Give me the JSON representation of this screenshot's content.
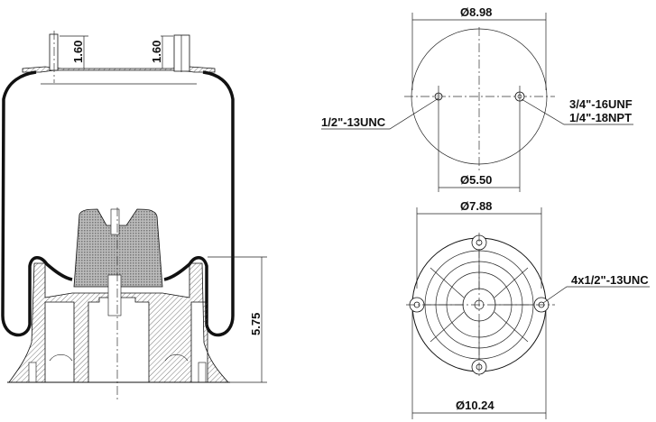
{
  "side_view": {
    "dim_left_stud": "1.60",
    "dim_right_stud": "1.60",
    "dim_height": "5.75"
  },
  "top_view": {
    "dim_outer": "Ø8.98",
    "dim_bolt_circle": "Ø5.50",
    "label_left_hole": "1/2\"-13UNC",
    "label_right_hole_1": "3/4\"-16UNF",
    "label_right_hole_2": "1/4\"-18NPT"
  },
  "bottom_view": {
    "dim_inner": "Ø7.88",
    "dim_outer": "Ø10.24",
    "label_holes": "4x1/2\"-13UNC"
  }
}
